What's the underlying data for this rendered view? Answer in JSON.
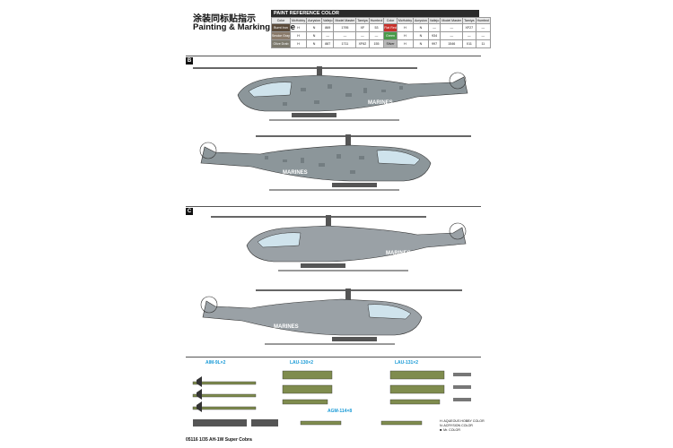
{
  "header": {
    "title_cn": "涂装同标贴指示",
    "title_en": "Painting & Marking guide"
  },
  "paint_reference": {
    "heading": "PAINT REFERENCE COLOR",
    "columns": [
      "Color",
      "McHobby",
      "Acrysion",
      "Vallejo",
      "Model Master",
      "Tamiya",
      "Humbrol",
      "Color",
      "McHobby",
      "Acrysion",
      "Vallejo",
      "Model Master",
      "Tamiya",
      "Humbrol"
    ],
    "rows": [
      {
        "left": {
          "color_name": "Burnt Iron",
          "swatch": "#5a4a3a",
          "mr": "H",
          "acry": "N",
          "vallejo": "869",
          "mm": "1795",
          "tamiya": "XF",
          "humbrol": "53"
        },
        "right": {
          "color_name": "Flat Red",
          "swatch": "#c8312b",
          "mr": "H",
          "acry": "N",
          "vallejo": "—",
          "mm": "—",
          "tamiya": "XF27",
          "humbrol": "—"
        }
      },
      {
        "left": {
          "color_name": "Smoke Gray",
          "swatch": "#8a7a6a",
          "mr": "H",
          "acry": "N",
          "vallejo": "—",
          "mm": "—",
          "tamiya": "—",
          "humbrol": "—"
        },
        "right": {
          "color_name": "Green",
          "swatch": "#4a9a4a",
          "mr": "H",
          "acry": "N",
          "vallejo": "934",
          "mm": "—",
          "tamiya": "—",
          "humbrol": "—"
        }
      },
      {
        "left": {
          "color_name": "Olive Drab",
          "swatch": "#7d7a6e",
          "mr": "H",
          "acry": "N",
          "vallejo": "887",
          "mm": "1711",
          "tamiya": "XF62",
          "humbrol": "155"
        },
        "right": {
          "color_name": "Silver",
          "swatch": "#b8b8b8",
          "mr": "H",
          "acry": "N",
          "vallejo": "997",
          "mm": "1546",
          "tamiya": "X11",
          "humbrol": "11"
        }
      }
    ]
  },
  "sections": [
    {
      "label": "B",
      "marking": "MARINES"
    },
    {
      "label": "C",
      "marking": "MARINES"
    }
  ],
  "weapons": {
    "aim9l": "AIM-9L×2",
    "lau130": "LAU-130×2",
    "lau131": "LAU-131×2",
    "agm114": "AGM-114×8"
  },
  "legend": {
    "line1": "H: AQUEOUS HOBBY COLOR",
    "line2": "N: ACRYSION COLOR",
    "line3": "■: Mr. COLOR"
  },
  "footer": {
    "text": "05116 1/35 AH-1W Super Cobra"
  }
}
